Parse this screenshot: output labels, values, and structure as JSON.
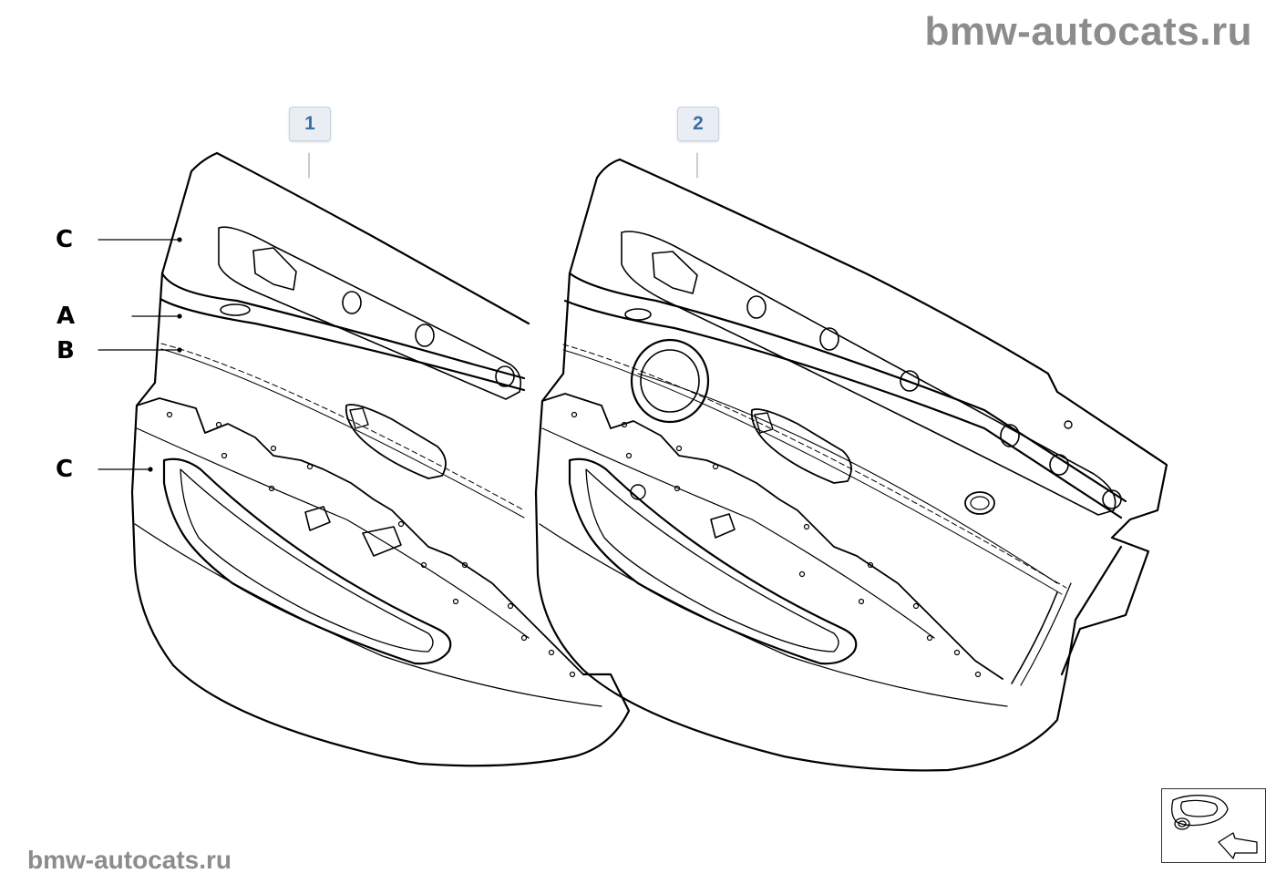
{
  "watermark": {
    "top": "bmw-autocats.ru",
    "bottom": "bmw-autocats.ru"
  },
  "callouts": [
    {
      "number": "1"
    },
    {
      "number": "2"
    }
  ],
  "zone_labels": {
    "c_top": "C",
    "a": "A",
    "b": "B",
    "c_bottom": "C"
  },
  "icons": {
    "navigation_thumbnail": "car-door-arrow-icon"
  },
  "colors": {
    "callout_text": "#3a6ea5",
    "callout_bg": "#e9eef5",
    "watermark": "#8c8c8c",
    "line": "#000000"
  }
}
